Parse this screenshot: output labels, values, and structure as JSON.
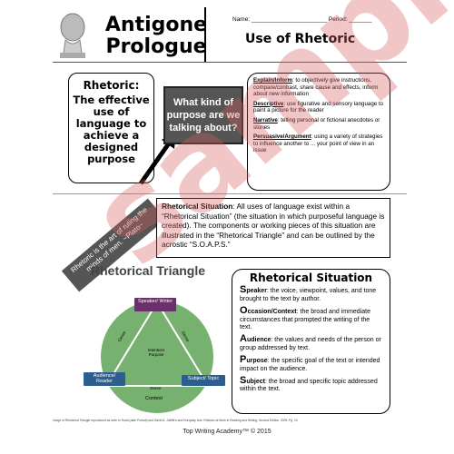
{
  "header": {
    "title_line1": "Antigone",
    "title_line2": "Prologue",
    "name_period": "Name: _______________________ Period: _______",
    "subtitle": "Use of Rhetoric"
  },
  "rhetoric_box": {
    "heading": "Rhetoric:",
    "definition": "The effective use of language to achieve a designed purpose"
  },
  "question": "What kind of purpose are we talking about?",
  "purposes": [
    {
      "term": "Explain/Inform",
      "text": ": to objectively give instructions, compare/contrast, share cause and effects, inform about new information"
    },
    {
      "term": "Descriptive",
      "text": ": use figurative and sensory language to paint a picture for the reader"
    },
    {
      "term": "Narrative",
      "text": ": telling personal or fictional anecdotes or stories"
    },
    {
      "term": "Persuasive/Argument",
      "text": ": using a variety of strategies to influence another to ... your point of view in an issue"
    }
  ],
  "plato_quote": "Rhetoric is the art of ruling the minds of men. ~Plato~",
  "situation_text": {
    "lead": "Rhetorical Situation",
    "body": ": All uses of language exist within a “Rhetorical Situation” (the situation in which purposeful language is created). The components or working pieces of this situation are illustrated in the “Rhetorical Triangle” and can be outlined by the acrostic “S.O.A.P.S.”"
  },
  "triangle": {
    "title": "Rhetorical Triangle",
    "speaker": "Speaker/ Writer",
    "audience": "Audience/ Reader",
    "subject": "Subject/ Topic",
    "center": "Intention/ Purpose",
    "genre_left": "Genre",
    "genre_right": "Genre",
    "genre_bottom": "Genre",
    "context": "Context"
  },
  "soaps": {
    "title": "Rhetorical Situation",
    "items": [
      {
        "cap": "S",
        "label": "peaker",
        "text": ": the voice, viewpoint, values, and tone brought to the text by author."
      },
      {
        "cap": "O",
        "label": "ccasion/Context",
        "text": ": the broad and immediate circumstances that prompted the writing of the text."
      },
      {
        "cap": "A",
        "label": "udience",
        "text": ": the values and needs of the person or group addressed by text."
      },
      {
        "cap": "P",
        "label": "urpose",
        "text": ": the specific goal of the text or intended impact on the audience."
      },
      {
        "cap": "S",
        "label": "ubject",
        "text": ": the broad and specific topic addressed within the text."
      }
    ]
  },
  "footnote": "Image of Rhetorical Triangle reproduced as seen in Hodd (date Portrait) and David A. Jolliffe's and Everyday Use: Rhetoric at Work in Reading and Writing, Second Edition, 2009, Pg. 10.",
  "footer": "Top Writing Academy™ © 2015",
  "watermark": "sample",
  "colors": {
    "dark_box": "#555555",
    "triangle_green": "#5fa356",
    "speaker_node": "#6b2f6b",
    "audience_node": "#2c5f8e",
    "subject_node": "#2c5f8e",
    "watermark": "#d65c5c"
  }
}
